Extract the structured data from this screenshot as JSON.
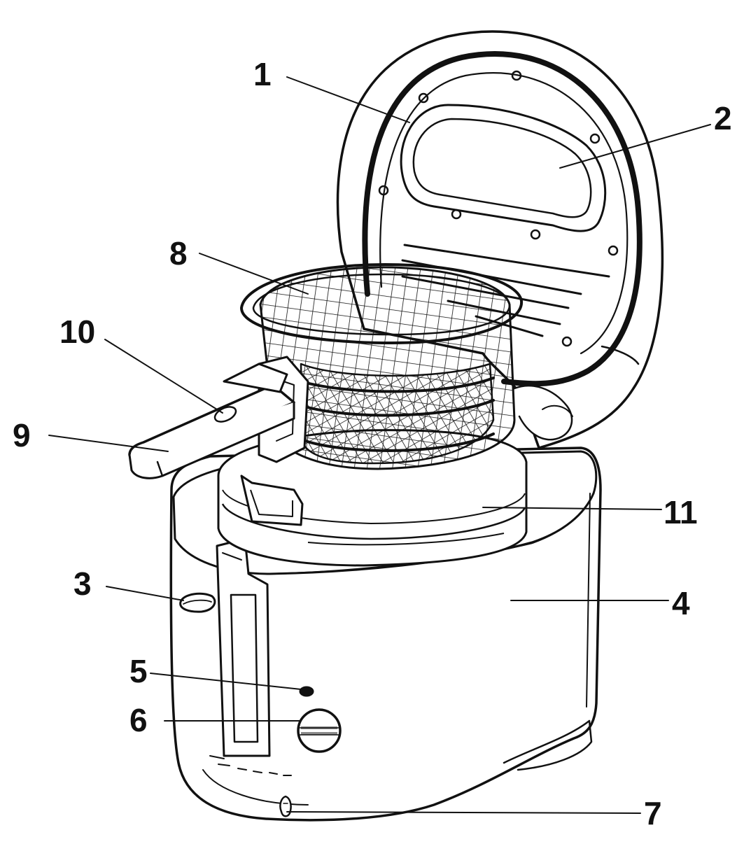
{
  "labels": [
    {
      "id": "callout-1",
      "text": "1"
    },
    {
      "id": "callout-2",
      "text": "2"
    },
    {
      "id": "callout-3",
      "text": "3"
    },
    {
      "id": "callout-4",
      "text": "4"
    },
    {
      "id": "callout-5",
      "text": "5"
    },
    {
      "id": "callout-6",
      "text": "6"
    },
    {
      "id": "callout-7",
      "text": "7"
    },
    {
      "id": "callout-8",
      "text": "8"
    },
    {
      "id": "callout-9",
      "text": "9"
    },
    {
      "id": "callout-10",
      "text": "10"
    },
    {
      "id": "callout-11",
      "text": "11"
    }
  ],
  "colors": {
    "ink": "#111111",
    "paper": "#ffffff",
    "dial_stripe": "#8a8a8a"
  }
}
